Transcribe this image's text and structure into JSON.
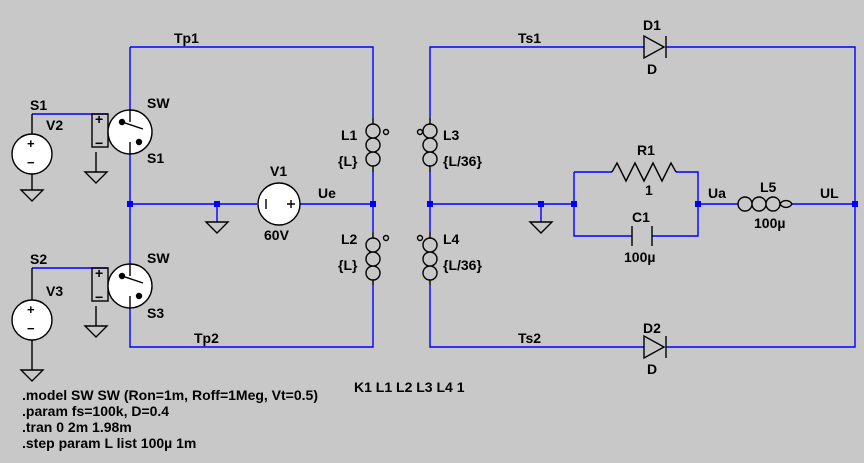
{
  "net_labels": {
    "tp1": "Tp1",
    "tp2": "Tp2",
    "ts1": "Ts1",
    "ts2": "Ts2",
    "ue": "Ue",
    "ua": "Ua",
    "ul": "UL",
    "s1": "S1",
    "s2": "S2"
  },
  "components": {
    "sw1": {
      "name": "SW",
      "ref": "S1"
    },
    "sw2": {
      "name": "SW",
      "ref": "S3"
    },
    "v2": {
      "name": "V2"
    },
    "v3": {
      "name": "V3"
    },
    "v1": {
      "name": "V1",
      "value": "60V"
    },
    "l1": {
      "name": "L1",
      "value": "{L}"
    },
    "l2": {
      "name": "L2",
      "value": "{L}"
    },
    "l3": {
      "name": "L3",
      "value": "{L/36}"
    },
    "l4": {
      "name": "L4",
      "value": "{L/36}"
    },
    "r1": {
      "name": "R1",
      "value": "1"
    },
    "c1": {
      "name": "C1",
      "value": "100µ"
    },
    "l5": {
      "name": "L5",
      "value": "100µ"
    },
    "d1": {
      "name": "D1",
      "value": "D"
    },
    "d2": {
      "name": "D2",
      "value": "D"
    }
  },
  "directives": {
    "model": ".model SW SW (Ron=1m, Roff=1Meg, Vt=0.5)",
    "coupling": "K1 L1 L2 L3 L4 1",
    "param": ".param fs=100k, D=0.4",
    "tran": ".tran 0 2m 1.98m",
    "step": ".step param L list 100µ 1m"
  },
  "colors": {
    "background": "#c8c8c8",
    "wire": "#0000ff",
    "symbol": "#000000"
  }
}
